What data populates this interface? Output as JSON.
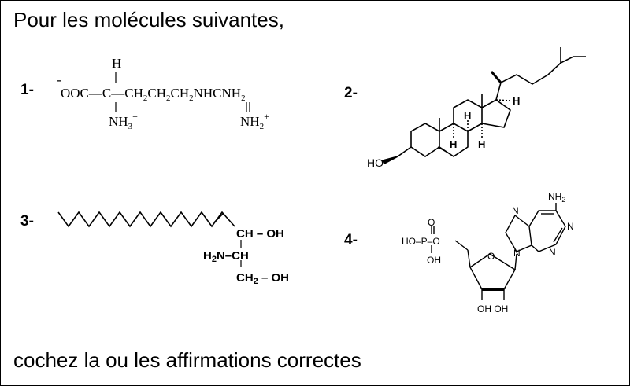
{
  "header": {
    "text": "Pour les molécules suivantes,"
  },
  "footer": {
    "text": "cochez la ou les affirmations correctes"
  },
  "molecules": [
    {
      "number": "1-",
      "charge_minus": "-",
      "main_chain": "OOC—C—CH2CH2CH2NHCNH2",
      "h_top": "H",
      "nh3_group": "NH3+",
      "nh2_group": "NH2+"
    },
    {
      "number": "2-",
      "ho_label": "HO",
      "h_labels": [
        "H",
        "H",
        "H",
        "H"
      ]
    },
    {
      "number": "3-",
      "ch_oh": "CH – OH",
      "h2n_ch": "H2N–CH",
      "ch2_oh": "CH2 – OH"
    },
    {
      "number": "4-",
      "nh2": "NH2",
      "n_labels": [
        "N",
        "N",
        "N",
        "N"
      ],
      "o_label": "O",
      "phosphate_o": "O",
      "ho_p": "HO–P–O",
      "p_oh": "OH",
      "ribose_oh": "OH OH"
    }
  ]
}
